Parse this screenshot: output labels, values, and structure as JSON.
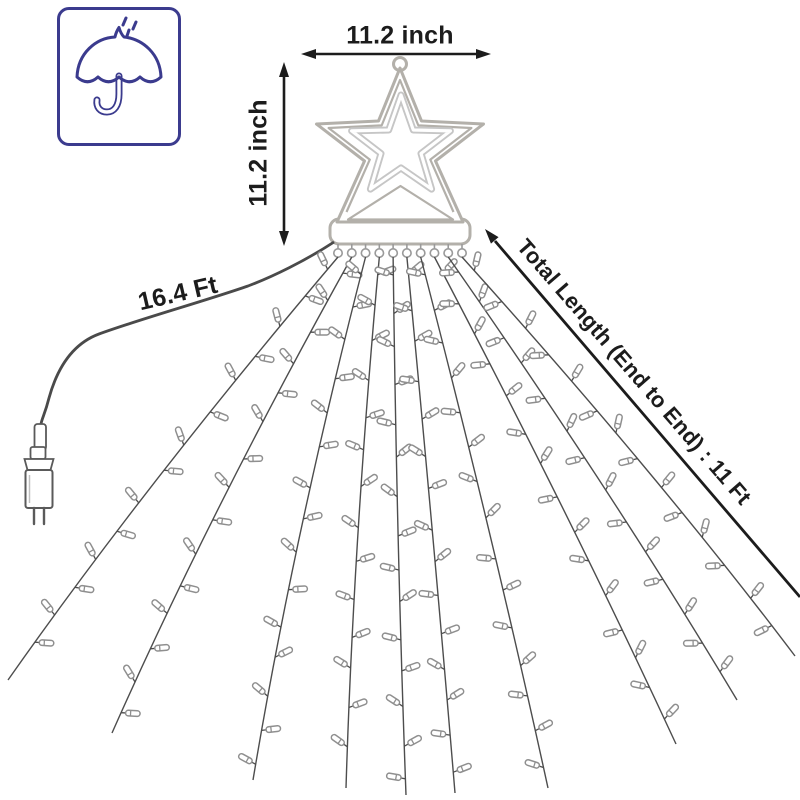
{
  "annotations": {
    "star_width": "11.2 inch",
    "star_height": "11.2 inch",
    "lead_cord": "16.4 Ft",
    "total_length": "Total Length (End to End) : 11 Ft"
  },
  "badge": {
    "icon": "umbrella-rain-icon",
    "meaning": "waterproof"
  },
  "diagram": {
    "string_count": 10,
    "clip_count": 10,
    "colors": {
      "background": "#ffffff",
      "annotation_text": "#1c1c1c",
      "arrow": "#1c1c1c",
      "icon_outline": "#3b3b8e",
      "star_outline": "#b3b0aa",
      "star_inner_outline": "#c6c6c6",
      "wire": "#4d4d4d",
      "bulb_outline": "#8f8f8f",
      "clip_outline": "#9a9a9a",
      "cord": "#4a4a4a",
      "plug_outline": "#5a5a5a"
    }
  }
}
